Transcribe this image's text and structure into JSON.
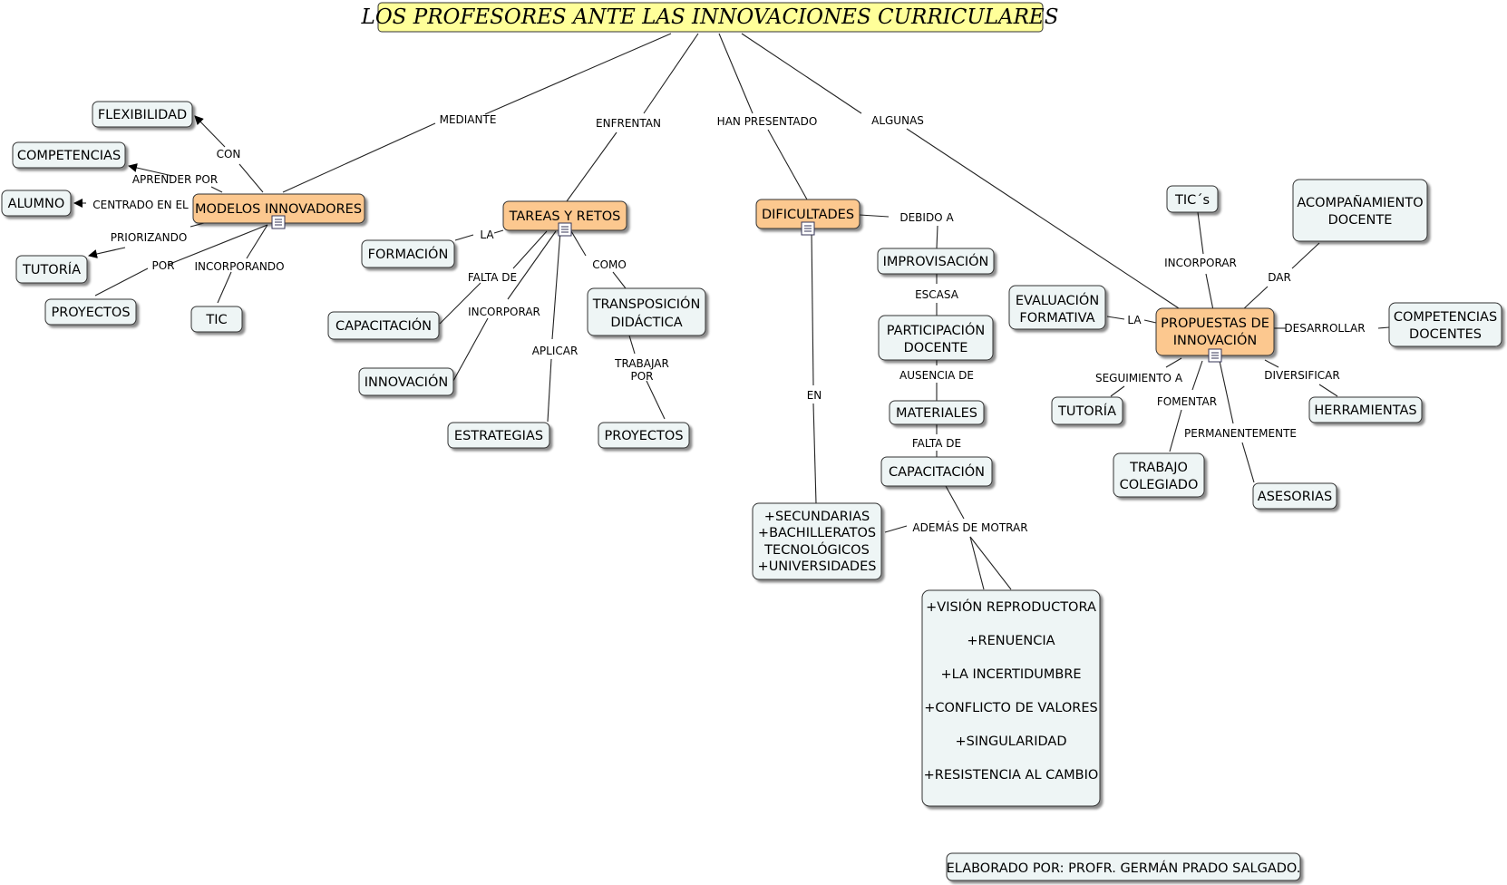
{
  "title": "LOS PROFESORES ANTE LAS INNOVACIONES CURRICULARES",
  "nodes": {
    "modelos": "MODELOS INNOVADORES",
    "tareas": "TAREAS Y RETOS",
    "dificultades": "DIFICULTADES",
    "propuestas": [
      "PROPUESTAS DE",
      "INNOVACIÓN"
    ],
    "flexibilidad": "FLEXIBILIDAD",
    "competencias": "COMPETENCIAS",
    "alumno": "ALUMNO",
    "tutoria1": "TUTORÍA",
    "proyectos1": "PROYECTOS",
    "tic1": "TIC",
    "formacion": "FORMACIÓN",
    "capacitacion1": "CAPACITACIÓN",
    "innovacion": "INNOVACIÓN",
    "estrategias": "ESTRATEGIAS",
    "transposicion": [
      "TRANSPOSICIÓN",
      "DIDÁCTICA"
    ],
    "proyectos2": "PROYECTOS",
    "improvisacion": "IMPROVISACIÓN",
    "participacion": [
      "PARTICIPACIÓN",
      "DOCENTE"
    ],
    "materiales": "MATERIALES",
    "capacitacion2": "CAPACITACIÓN",
    "instituciones": [
      "+SECUNDARIAS",
      "+BACHILLERATOS",
      "TECNOLÓGICOS",
      "+UNIVERSIDADES"
    ],
    "vision": [
      "+VISIÓN REPRODUCTORA",
      "+RENUENCIA",
      "+LA INCERTIDUMBRE",
      "+CONFLICTO DE VALORES",
      "+SINGULARIDAD",
      "+RESISTENCIA AL CAMBIO"
    ],
    "tics": "TIC´s",
    "acompanamiento": [
      "ACOMPAÑAMIENTO",
      "DOCENTE"
    ],
    "evaluacion": [
      "EVALUACIÓN",
      "FORMATIVA"
    ],
    "competencias_docentes": [
      "COMPETENCIAS",
      "DOCENTES"
    ],
    "tutoria2": "TUTORÍA",
    "herramientas": "HERRAMIENTAS",
    "trabajo": [
      "TRABAJO",
      "COLEGIADO"
    ],
    "asesorias": "ASESORIAS",
    "credit": "ELABORADO POR: PROFR. GERMÁN PRADO SALGADO."
  },
  "links": {
    "mediante": "MEDIANTE",
    "enfrentan": "ENFRENTAN",
    "han_presentado": "HAN PRESENTADO",
    "algunas": "ALGUNAS",
    "con": "CON",
    "aprender_por": "APRENDER POR",
    "centrado_en_el": "CENTRADO EN EL",
    "priorizando": "PRIORIZANDO",
    "por": "POR",
    "incorporando": "INCORPORANDO",
    "la1": "LA",
    "falta_de1": "FALTA DE",
    "incorporar1": "INCORPORAR",
    "aplicar": "APLICAR",
    "como": "COMO",
    "trabajar_por": [
      "TRABAJAR",
      "POR"
    ],
    "debido_a": "DEBIDO A",
    "escasa": "ESCASA",
    "ausencia_de": "AUSENCIA DE",
    "falta_de2": "FALTA DE",
    "en": "EN",
    "ademas_de_motrar": "ADEMÁS DE MOTRAR",
    "incorporar2": "INCORPORAR",
    "dar": "DAR",
    "la2": "LA",
    "desarrollar": "DESARROLLAR",
    "seguimiento_a": "SEGUIMIENTO A",
    "diversificar": "DIVERSIFICAR",
    "fomentar": "FOMENTAR",
    "permanentemente": "PERMANENTEMENTE"
  },
  "colors": {
    "title_fill": "#ffff99",
    "main_fill": "#fcc88f",
    "concept_fill": "#eef5f5",
    "line": "#222222"
  }
}
